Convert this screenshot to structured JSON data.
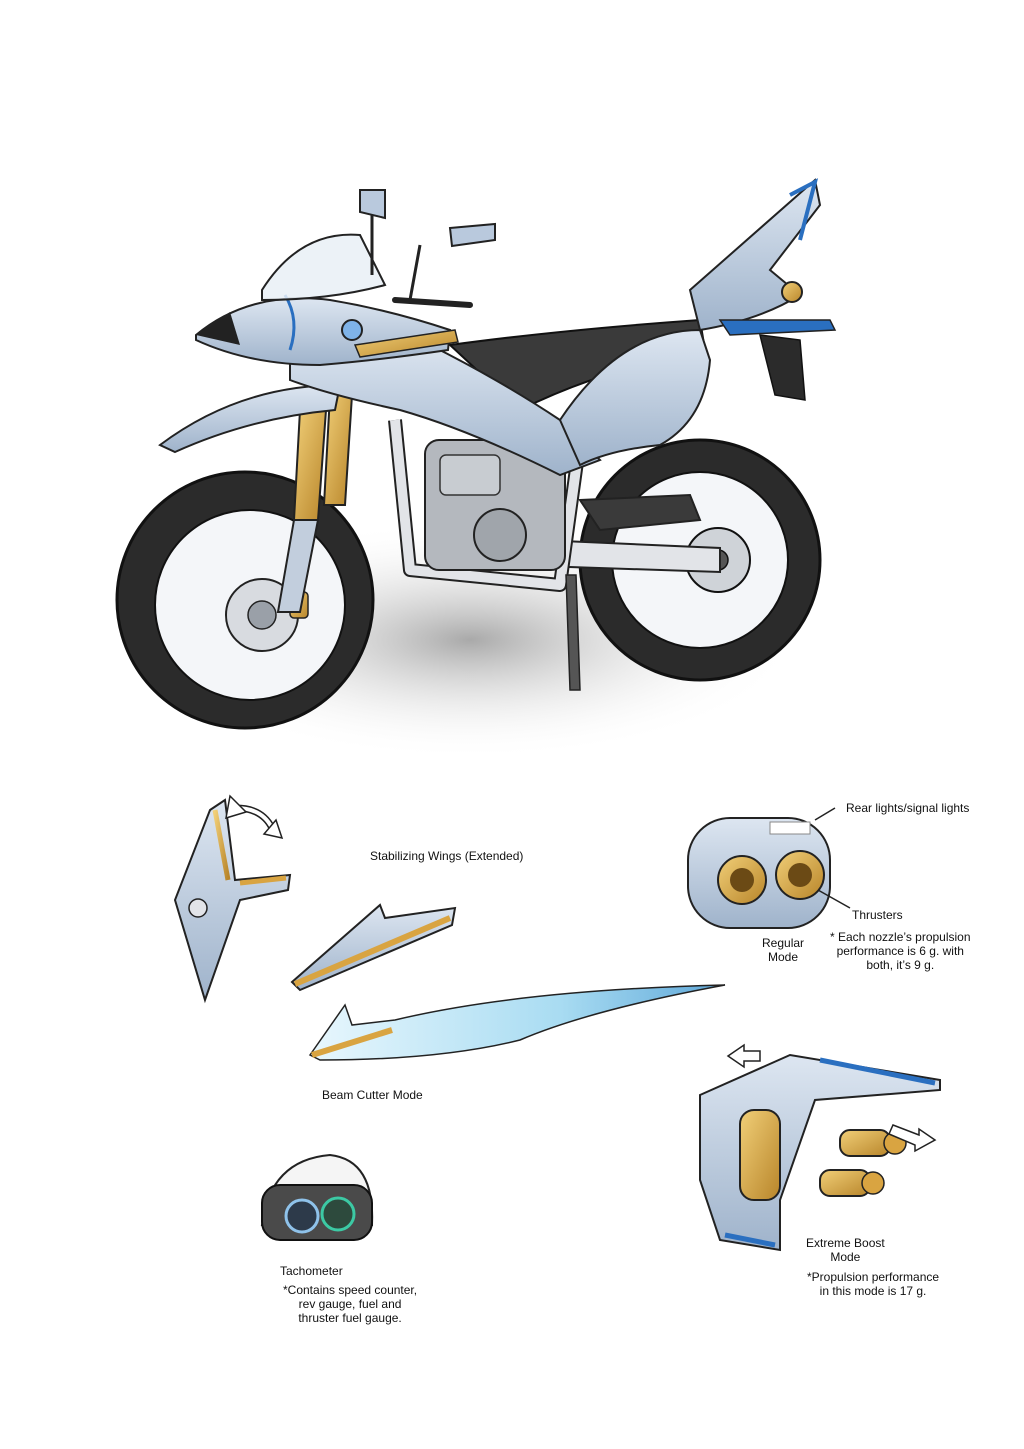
{
  "labels": {
    "stabilizing_wings": "Stabilizing Wings (Extended)",
    "rear_lights": "Rear lights/signal lights",
    "thrusters": "Thrusters",
    "regular_mode": "Regular\nMode",
    "thruster_note": "* Each nozzle’s propulsion\nperformance is 6 g. with\nboth, it’s 9 g.",
    "beam_cutter_mode": "Beam Cutter Mode",
    "tachometer": "Tachometer",
    "tachometer_note": "*Contains speed counter,\nrev gauge, fuel and\nthruster fuel gauge.",
    "extreme_boost_mode": "Extreme Boost\nMode",
    "extreme_boost_note": "*Propulsion performance\nin this mode is 17 g."
  },
  "colors": {
    "body_blue": "#b9c9dd",
    "body_blue_dark": "#8ea3bd",
    "accent_blue": "#2a6fc0",
    "gold": "#d9a441",
    "tire": "#2b2b2b",
    "seat": "#3a3a3a",
    "frame": "#e2e4e8",
    "beam": "#bfe4f4"
  },
  "icons": {
    "rotate_arrow": "double-arrow-icon",
    "boost_arrows": "arrow-icon"
  }
}
